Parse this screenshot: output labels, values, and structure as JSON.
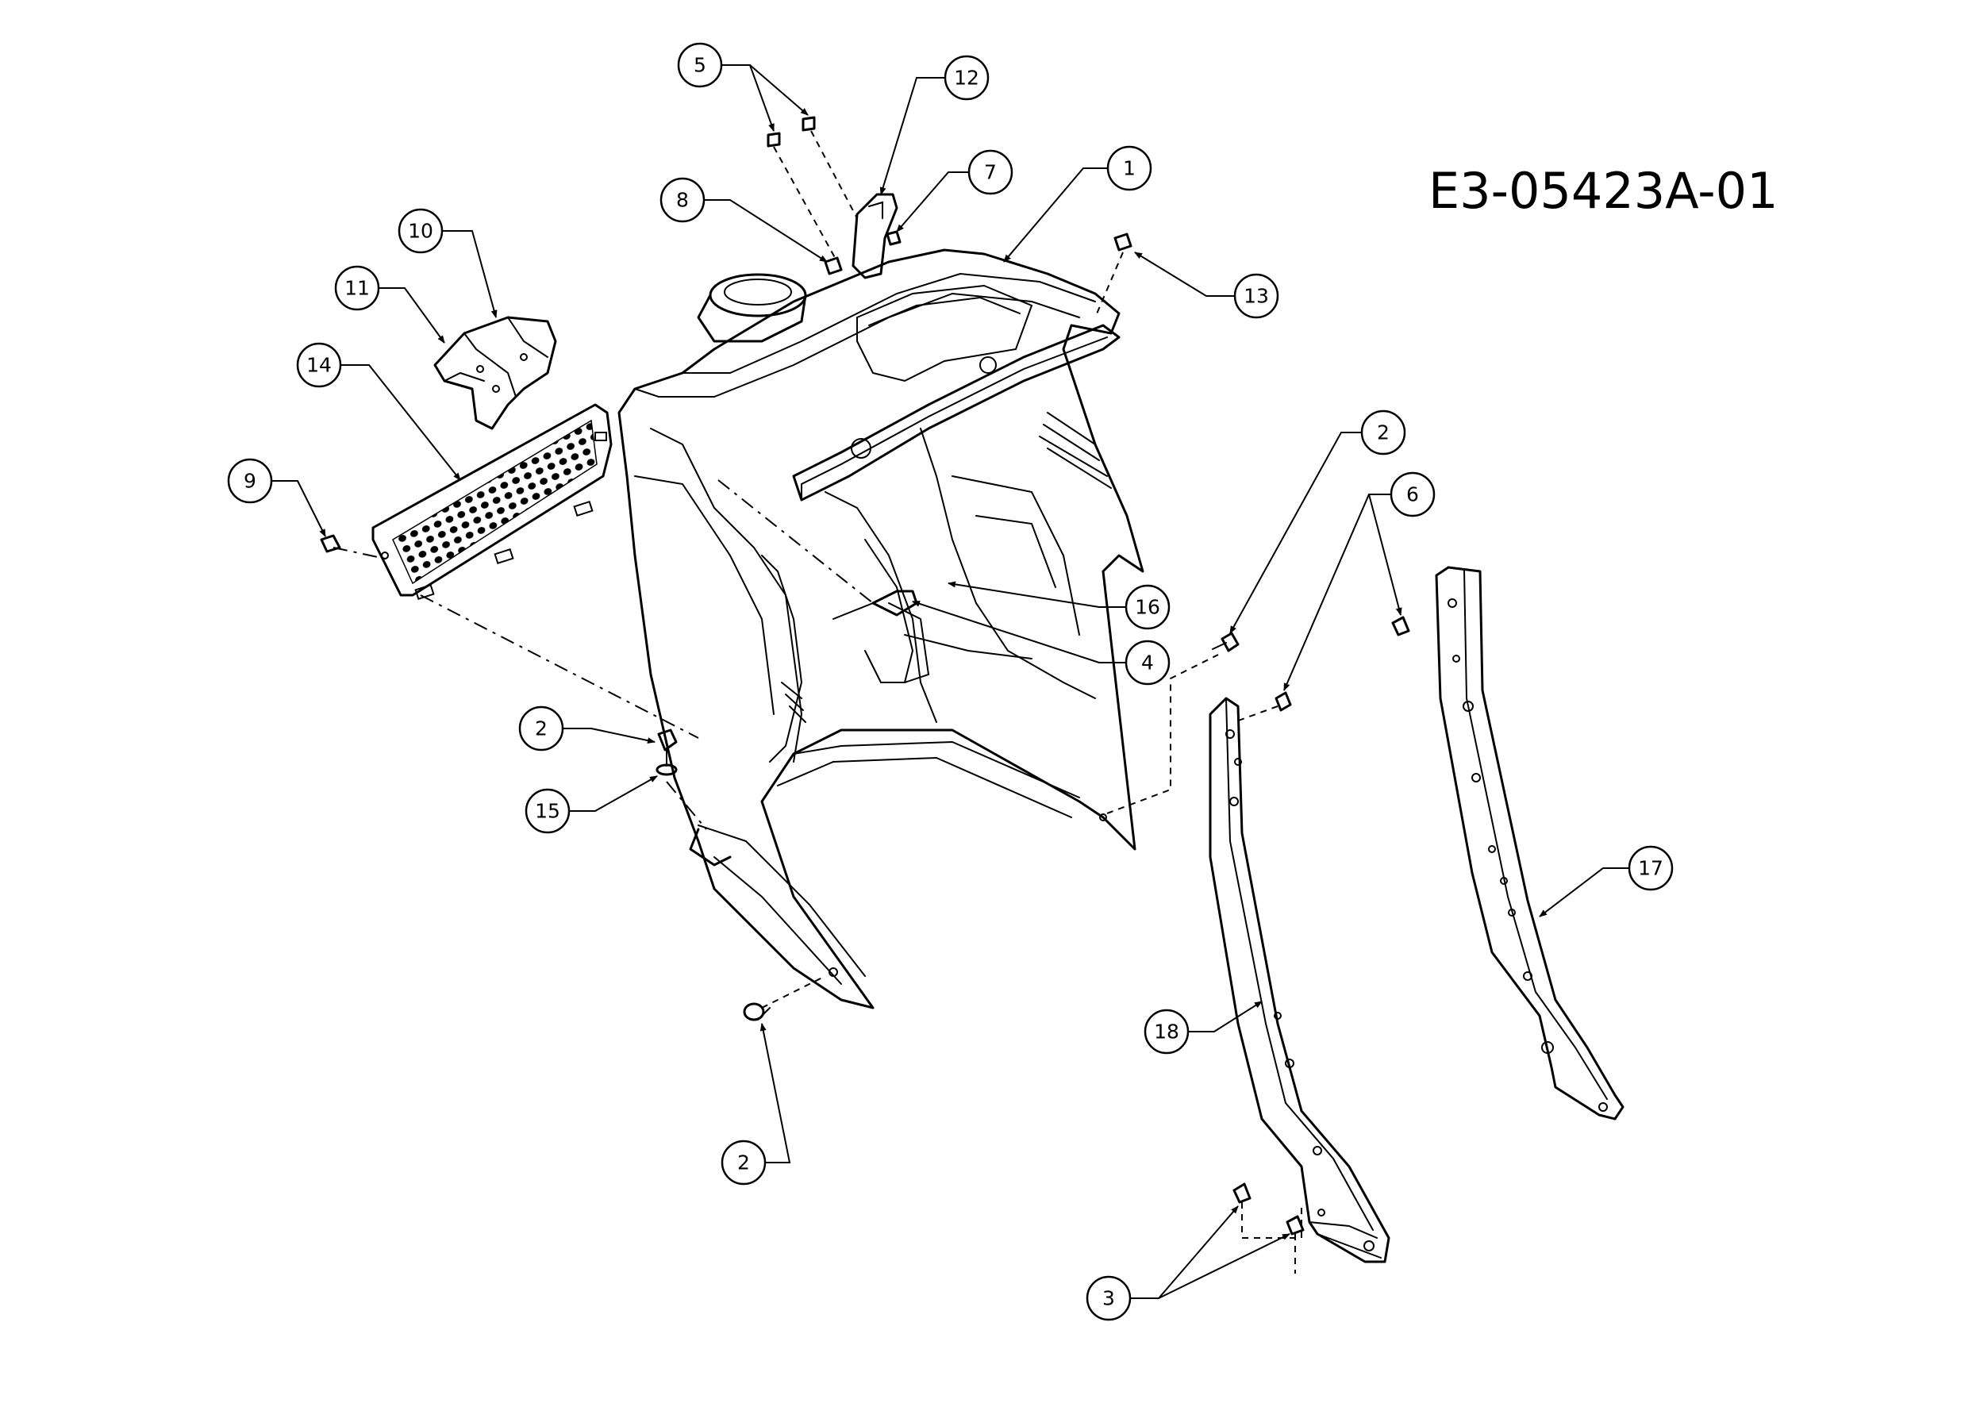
{
  "drawing_code": "E3-05423A-01",
  "callouts": [
    {
      "id": "c1",
      "label": "1"
    },
    {
      "id": "c2a",
      "label": "2"
    },
    {
      "id": "c2b",
      "label": "2"
    },
    {
      "id": "c2c",
      "label": "2"
    },
    {
      "id": "c3",
      "label": "3"
    },
    {
      "id": "c4",
      "label": "4"
    },
    {
      "id": "c5",
      "label": "5"
    },
    {
      "id": "c6",
      "label": "6"
    },
    {
      "id": "c7",
      "label": "7"
    },
    {
      "id": "c8",
      "label": "8"
    },
    {
      "id": "c9",
      "label": "9"
    },
    {
      "id": "c10",
      "label": "10"
    },
    {
      "id": "c11",
      "label": "11"
    },
    {
      "id": "c12",
      "label": "12"
    },
    {
      "id": "c13",
      "label": "13"
    },
    {
      "id": "c14",
      "label": "14"
    },
    {
      "id": "c15",
      "label": "15"
    },
    {
      "id": "c16",
      "label": "16"
    },
    {
      "id": "c17",
      "label": "17"
    },
    {
      "id": "c18",
      "label": "18"
    }
  ]
}
